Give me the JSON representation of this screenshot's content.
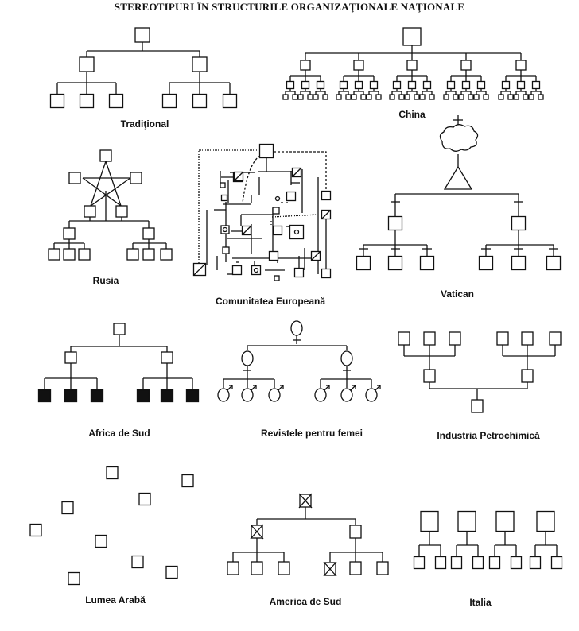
{
  "title": "STEREOTIPURI ÎN STRUCTURILE ORGANIZAŢIONALE NAŢIONALE",
  "diagrams": [
    {
      "key": "traditional",
      "label": "Tradiţional",
      "structure": "tree 1-2-6"
    },
    {
      "key": "china",
      "label": "China",
      "structure": "tree 1-5-15-30"
    },
    {
      "key": "rusia",
      "label": "Rusia",
      "structure": "pentagram atop 1-2-6 tree"
    },
    {
      "key": "ce",
      "label": "Comunitatea Europeană",
      "structure": "tangled network with dotted links"
    },
    {
      "key": "vatican",
      "label": "Vatican",
      "structure": "cross over cloud over triangle, tree with crosses"
    },
    {
      "key": "africa",
      "label": "Africa de Sud",
      "structure": "tree 1-2-6, bottom nodes filled black"
    },
    {
      "key": "reviste",
      "label": "Revistele pentru femei",
      "structure": "female-symbol tree with male-symbol leaves"
    },
    {
      "key": "petro",
      "label": "Industria Petrochimică",
      "structure": "inverted tree 1-2-6"
    },
    {
      "key": "arab",
      "label": "Lumea Arabă",
      "structure": "9 unconnected boxes"
    },
    {
      "key": "america",
      "label": "America de Sud",
      "structure": "tree 1-2-6 with crossed-out boxes"
    },
    {
      "key": "italia",
      "label": "Italia",
      "structure": "4 separate 1-2 trees"
    }
  ]
}
